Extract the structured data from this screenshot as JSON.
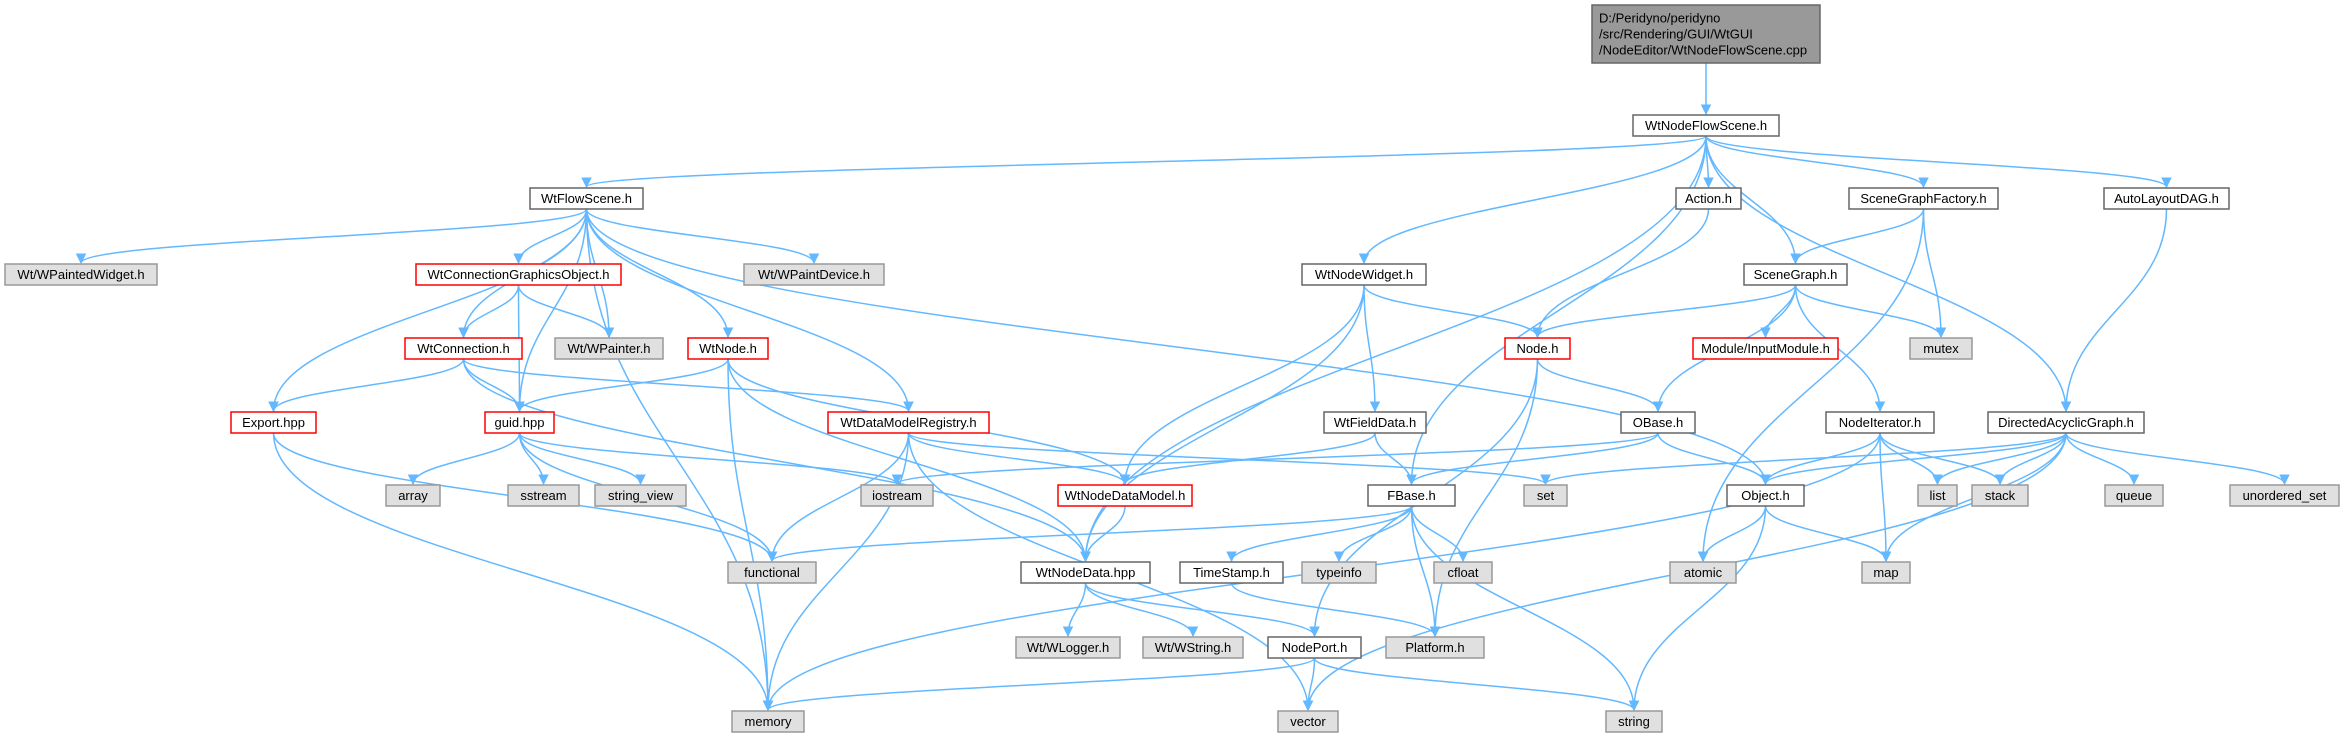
{
  "colors": {
    "edge": "#63b8ff",
    "root_fill": "#999999",
    "normal_fill": "#ffffff",
    "normal_border": "#666666",
    "external_fill": "#e0e0e0",
    "external_border": "#999999",
    "truncated_border": "#ff0000"
  },
  "nodes": [
    {
      "id": "root",
      "kind": "root",
      "lines": [
        "D:/Peridyno/peridyno",
        "/src/Rendering/GUI/WtGUI",
        "/NodeEditor/WtNodeFlowScene.cpp"
      ]
    },
    {
      "id": "wtnodeflowscene",
      "kind": "normal",
      "lines": [
        "WtNodeFlowScene.h"
      ]
    },
    {
      "id": "wtflowscene",
      "kind": "normal",
      "lines": [
        "WtFlowScene.h"
      ]
    },
    {
      "id": "action",
      "kind": "normal",
      "lines": [
        "Action.h"
      ]
    },
    {
      "id": "scenegraphfactory",
      "kind": "normal",
      "lines": [
        "SceneGraphFactory.h"
      ]
    },
    {
      "id": "autolayoutdag",
      "kind": "normal",
      "lines": [
        "AutoLayoutDAG.h"
      ]
    },
    {
      "id": "wpaintedwidget",
      "kind": "external",
      "lines": [
        "Wt/WPaintedWidget.h"
      ]
    },
    {
      "id": "wtconngfx",
      "kind": "truncated",
      "lines": [
        "WtConnectionGraphicsObject.h"
      ]
    },
    {
      "id": "wpaintdevice",
      "kind": "external",
      "lines": [
        "Wt/WPaintDevice.h"
      ]
    },
    {
      "id": "wtnodewidget",
      "kind": "normal",
      "lines": [
        "WtNodeWidget.h"
      ]
    },
    {
      "id": "scenegraph",
      "kind": "normal",
      "lines": [
        "SceneGraph.h"
      ]
    },
    {
      "id": "wtconnection",
      "kind": "truncated",
      "lines": [
        "WtConnection.h"
      ]
    },
    {
      "id": "wpainter",
      "kind": "external",
      "lines": [
        "Wt/WPainter.h"
      ]
    },
    {
      "id": "wtnode",
      "kind": "truncated",
      "lines": [
        "WtNode.h"
      ]
    },
    {
      "id": "node",
      "kind": "truncated",
      "lines": [
        "Node.h"
      ]
    },
    {
      "id": "inputmodule",
      "kind": "truncated",
      "lines": [
        "Module/InputModule.h"
      ]
    },
    {
      "id": "mutex",
      "kind": "external",
      "lines": [
        "mutex"
      ]
    },
    {
      "id": "exporthpp",
      "kind": "truncated",
      "lines": [
        "Export.hpp"
      ]
    },
    {
      "id": "guidhpp",
      "kind": "truncated",
      "lines": [
        "guid.hpp"
      ]
    },
    {
      "id": "wtdatamodelregistry",
      "kind": "truncated",
      "lines": [
        "WtDataModelRegistry.h"
      ]
    },
    {
      "id": "wtfielddata",
      "kind": "normal",
      "lines": [
        "WtFieldData.h"
      ]
    },
    {
      "id": "obase",
      "kind": "normal",
      "lines": [
        "OBase.h"
      ]
    },
    {
      "id": "nodeiterator",
      "kind": "normal",
      "lines": [
        "NodeIterator.h"
      ]
    },
    {
      "id": "dag",
      "kind": "normal",
      "lines": [
        "DirectedAcyclicGraph.h"
      ]
    },
    {
      "id": "array",
      "kind": "external",
      "lines": [
        "array"
      ]
    },
    {
      "id": "sstream",
      "kind": "external",
      "lines": [
        "sstream"
      ]
    },
    {
      "id": "string_view",
      "kind": "external",
      "lines": [
        "string_view"
      ]
    },
    {
      "id": "iostream",
      "kind": "external",
      "lines": [
        "iostream"
      ]
    },
    {
      "id": "wtnodedatamodel",
      "kind": "truncated",
      "lines": [
        "WtNodeDataModel.h"
      ]
    },
    {
      "id": "fbase",
      "kind": "normal",
      "lines": [
        "FBase.h"
      ]
    },
    {
      "id": "set",
      "kind": "external",
      "lines": [
        "set"
      ]
    },
    {
      "id": "object",
      "kind": "normal",
      "lines": [
        "Object.h"
      ]
    },
    {
      "id": "list",
      "kind": "external",
      "lines": [
        "list"
      ]
    },
    {
      "id": "stack",
      "kind": "external",
      "lines": [
        "stack"
      ]
    },
    {
      "id": "queue",
      "kind": "external",
      "lines": [
        "queue"
      ]
    },
    {
      "id": "unordered_set",
      "kind": "external",
      "lines": [
        "unordered_set"
      ]
    },
    {
      "id": "functional",
      "kind": "external",
      "lines": [
        "functional"
      ]
    },
    {
      "id": "wtnodedata",
      "kind": "normal",
      "lines": [
        "WtNodeData.hpp"
      ]
    },
    {
      "id": "timestamp",
      "kind": "normal",
      "lines": [
        "TimeStamp.h"
      ]
    },
    {
      "id": "typeinfo",
      "kind": "external",
      "lines": [
        "typeinfo"
      ]
    },
    {
      "id": "cfloat",
      "kind": "external",
      "lines": [
        "cfloat"
      ]
    },
    {
      "id": "atomic",
      "kind": "external",
      "lines": [
        "atomic"
      ]
    },
    {
      "id": "map",
      "kind": "external",
      "lines": [
        "map"
      ]
    },
    {
      "id": "wlogger",
      "kind": "external",
      "lines": [
        "Wt/WLogger.h"
      ]
    },
    {
      "id": "wstring",
      "kind": "external",
      "lines": [
        "Wt/WString.h"
      ]
    },
    {
      "id": "nodeport",
      "kind": "normal",
      "lines": [
        "NodePort.h"
      ]
    },
    {
      "id": "platform",
      "kind": "external",
      "lines": [
        "Platform.h"
      ]
    },
    {
      "id": "memory",
      "kind": "external",
      "lines": [
        "memory"
      ]
    },
    {
      "id": "vector",
      "kind": "external",
      "lines": [
        "vector"
      ]
    },
    {
      "id": "string",
      "kind": "external",
      "lines": [
        "string"
      ]
    }
  ],
  "edges": [
    [
      "root",
      "wtnodeflowscene"
    ],
    [
      "wtnodeflowscene",
      "wtflowscene"
    ],
    [
      "wtnodeflowscene",
      "action"
    ],
    [
      "wtnodeflowscene",
      "scenegraphfactory"
    ],
    [
      "wtnodeflowscene",
      "autolayoutdag"
    ],
    [
      "wtnodeflowscene",
      "wtnodewidget"
    ],
    [
      "wtnodeflowscene",
      "scenegraph"
    ],
    [
      "wtnodeflowscene",
      "fbase"
    ],
    [
      "wtnodeflowscene",
      "wtnodedata"
    ],
    [
      "wtnodeflowscene",
      "dag"
    ],
    [
      "wtflowscene",
      "wpaintedwidget"
    ],
    [
      "wtflowscene",
      "wtconngfx"
    ],
    [
      "wtflowscene",
      "wpaintdevice"
    ],
    [
      "wtflowscene",
      "wpainter"
    ],
    [
      "wtflowscene",
      "wtnode"
    ],
    [
      "wtflowscene",
      "wtconnection"
    ],
    [
      "wtflowscene",
      "exporthpp"
    ],
    [
      "wtflowscene",
      "guidhpp"
    ],
    [
      "wtflowscene",
      "wtdatamodelregistry"
    ],
    [
      "wtflowscene",
      "object"
    ],
    [
      "wtflowscene",
      "memory"
    ],
    [
      "wtconngfx",
      "wtconnection"
    ],
    [
      "wtconngfx",
      "wpainter"
    ],
    [
      "wtconngfx",
      "guidhpp"
    ],
    [
      "wtconnection",
      "exporthpp"
    ],
    [
      "wtconnection",
      "guidhpp"
    ],
    [
      "wtconnection",
      "wtdatamodelregistry"
    ],
    [
      "wtconnection",
      "wtnodedata"
    ],
    [
      "wtnode",
      "guidhpp"
    ],
    [
      "wtnode",
      "wtnodedatamodel"
    ],
    [
      "wtnode",
      "wtnodedata"
    ],
    [
      "wtnode",
      "memory"
    ],
    [
      "exporthpp",
      "functional"
    ],
    [
      "exporthpp",
      "memory"
    ],
    [
      "guidhpp",
      "array"
    ],
    [
      "guidhpp",
      "sstream"
    ],
    [
      "guidhpp",
      "string_view"
    ],
    [
      "guidhpp",
      "iostream"
    ],
    [
      "guidhpp",
      "functional"
    ],
    [
      "wtdatamodelregistry",
      "wtnodedatamodel"
    ],
    [
      "wtdatamodelregistry",
      "functional"
    ],
    [
      "wtdatamodelregistry",
      "memory"
    ],
    [
      "wtdatamodelregistry",
      "set"
    ],
    [
      "wtdatamodelregistry",
      "vector"
    ],
    [
      "action",
      "node"
    ],
    [
      "scenegraphfactory",
      "scenegraph"
    ],
    [
      "scenegraphfactory",
      "mutex"
    ],
    [
      "scenegraphfactory",
      "atomic"
    ],
    [
      "autolayoutdag",
      "dag"
    ],
    [
      "wtnodewidget",
      "node"
    ],
    [
      "wtnodewidget",
      "wtfielddata"
    ],
    [
      "wtnodewidget",
      "wtnodedatamodel"
    ],
    [
      "wtnodewidget",
      "wtnodedata"
    ],
    [
      "scenegraph",
      "node"
    ],
    [
      "scenegraph",
      "inputmodule"
    ],
    [
      "scenegraph",
      "mutex"
    ],
    [
      "scenegraph",
      "nodeiterator"
    ],
    [
      "scenegraph",
      "obase"
    ],
    [
      "node",
      "obase"
    ],
    [
      "node",
      "nodeport"
    ],
    [
      "node",
      "platform"
    ],
    [
      "wtfielddata",
      "fbase"
    ],
    [
      "wtfielddata",
      "wtnodedatamodel"
    ],
    [
      "obase",
      "fbase"
    ],
    [
      "obase",
      "object"
    ],
    [
      "obase",
      "iostream"
    ],
    [
      "nodeiterator",
      "object"
    ],
    [
      "nodeiterator",
      "list"
    ],
    [
      "nodeiterator",
      "stack"
    ],
    [
      "nodeiterator",
      "map"
    ],
    [
      "nodeiterator",
      "memory"
    ],
    [
      "dag",
      "object"
    ],
    [
      "dag",
      "set"
    ],
    [
      "dag",
      "list"
    ],
    [
      "dag",
      "stack"
    ],
    [
      "dag",
      "queue"
    ],
    [
      "dag",
      "unordered_set"
    ],
    [
      "dag",
      "map"
    ],
    [
      "dag",
      "vector"
    ],
    [
      "wtnodedatamodel",
      "wtnodedata"
    ],
    [
      "fbase",
      "functional"
    ],
    [
      "fbase",
      "timestamp"
    ],
    [
      "fbase",
      "typeinfo"
    ],
    [
      "fbase",
      "cfloat"
    ],
    [
      "fbase",
      "platform"
    ],
    [
      "fbase",
      "string"
    ],
    [
      "object",
      "atomic"
    ],
    [
      "object",
      "map"
    ],
    [
      "object",
      "string"
    ],
    [
      "wtnodedata",
      "wlogger"
    ],
    [
      "wtnodedata",
      "wstring"
    ],
    [
      "wtnodedata",
      "nodeport"
    ],
    [
      "timestamp",
      "platform"
    ],
    [
      "nodeport",
      "memory"
    ],
    [
      "nodeport",
      "vector"
    ],
    [
      "nodeport",
      "string"
    ]
  ]
}
